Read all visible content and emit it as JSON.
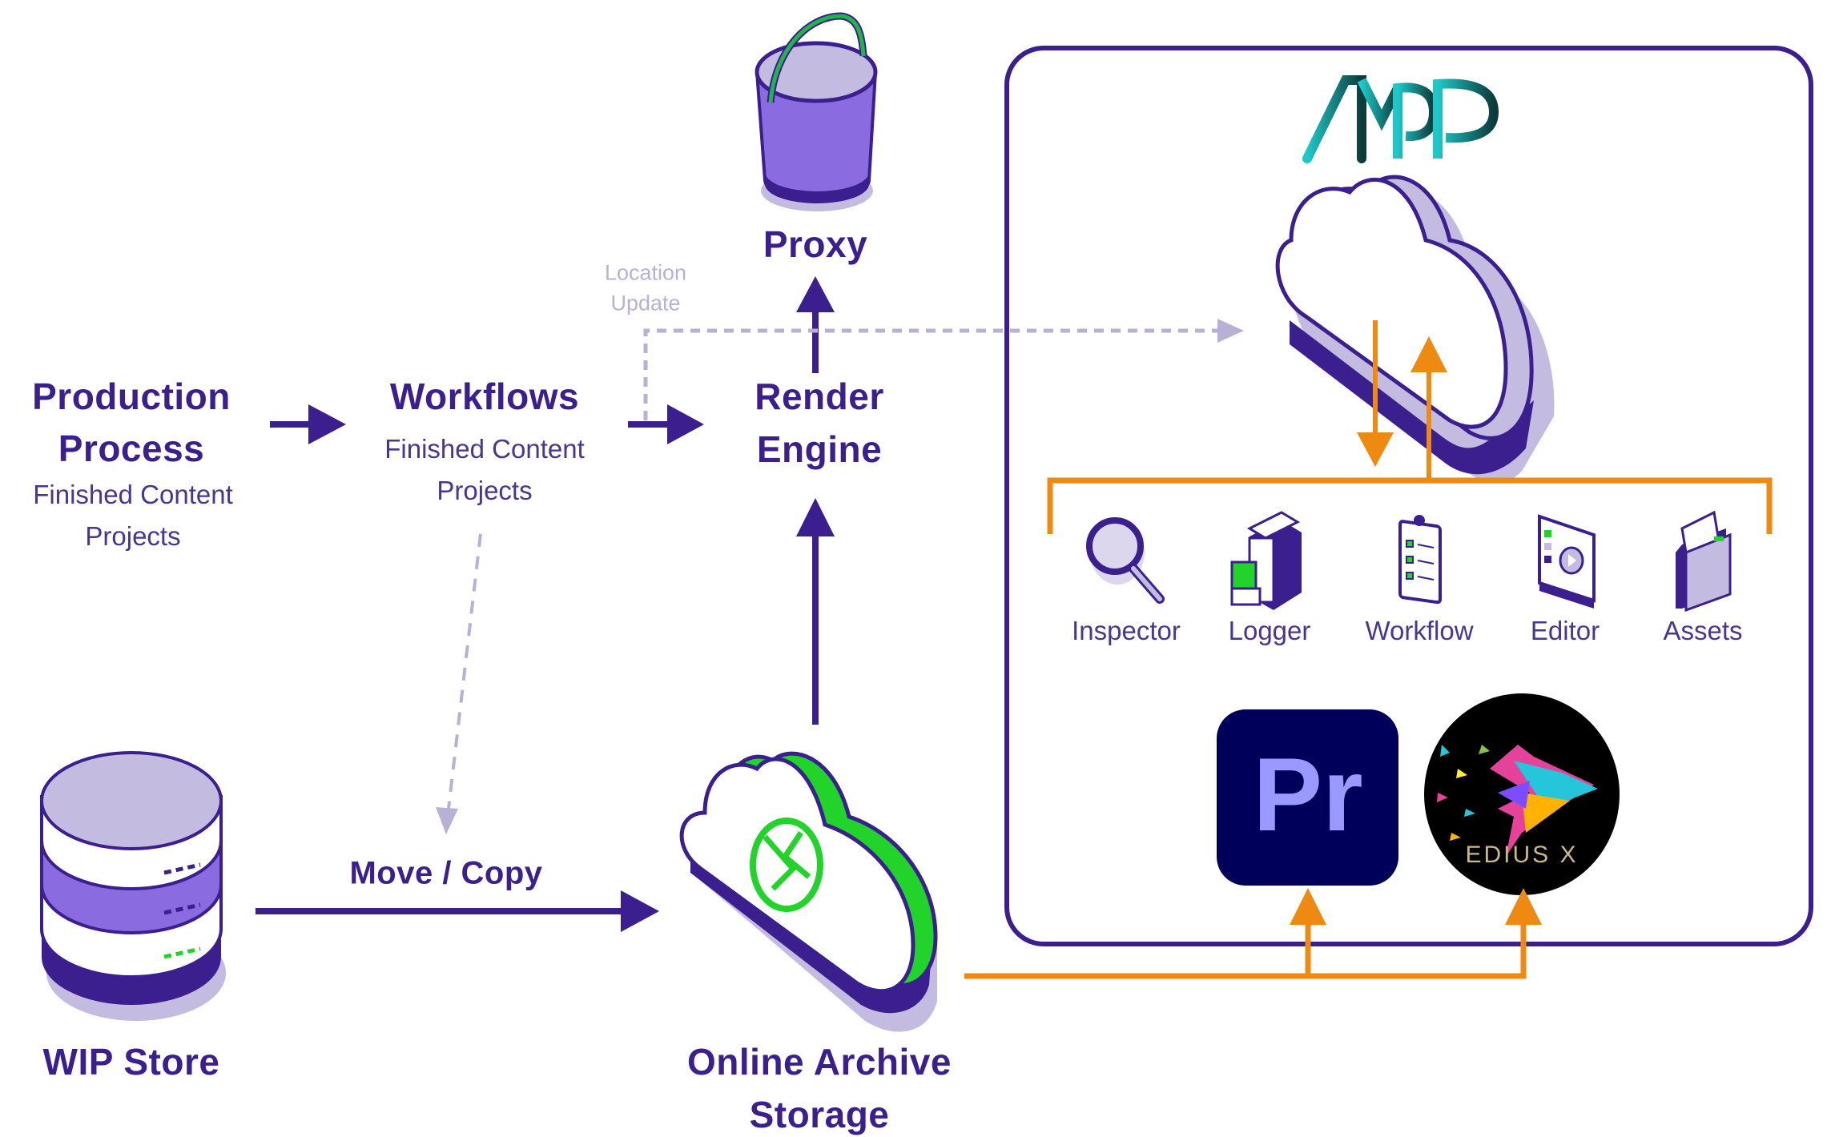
{
  "nodes": {
    "production": {
      "title_line1": "Production",
      "title_line2": "Process",
      "sub_line1": "Finished Content",
      "sub_line2": "Projects"
    },
    "workflows": {
      "title": "Workflows",
      "sub_line1": "Finished Content",
      "sub_line2": "Projects"
    },
    "render": {
      "title_line1": "Render",
      "title_line2": "Engine"
    },
    "proxy": {
      "title": "Proxy"
    },
    "wip": {
      "title": "WIP Store"
    },
    "archive": {
      "title_line1": "Online Archive",
      "title_line2": "Storage"
    }
  },
  "edges": {
    "location_update_line1": "Location",
    "location_update_line2": "Update",
    "move_copy": "Move / Copy"
  },
  "ampp": {
    "logo": "AMPP",
    "tools": [
      {
        "label": "Inspector",
        "icon": "magnifier-icon"
      },
      {
        "label": "Logger",
        "icon": "file-cabinet-icon"
      },
      {
        "label": "Workflow",
        "icon": "checklist-clipboard-icon"
      },
      {
        "label": "Editor",
        "icon": "video-editor-icon"
      },
      {
        "label": "Assets",
        "icon": "folder-icon"
      }
    ],
    "apps": {
      "premiere": "Pr",
      "edius": "EDIUS X"
    }
  },
  "colors": {
    "primary": "#3b1f8f",
    "lavender": "#c4bce0",
    "violet": "#8a6be0",
    "orange": "#ee8a12",
    "green": "#22d32a",
    "dashed": "#b9b0d6",
    "premiere_bg": "#00005b",
    "premiere_fg": "#9999ff"
  }
}
